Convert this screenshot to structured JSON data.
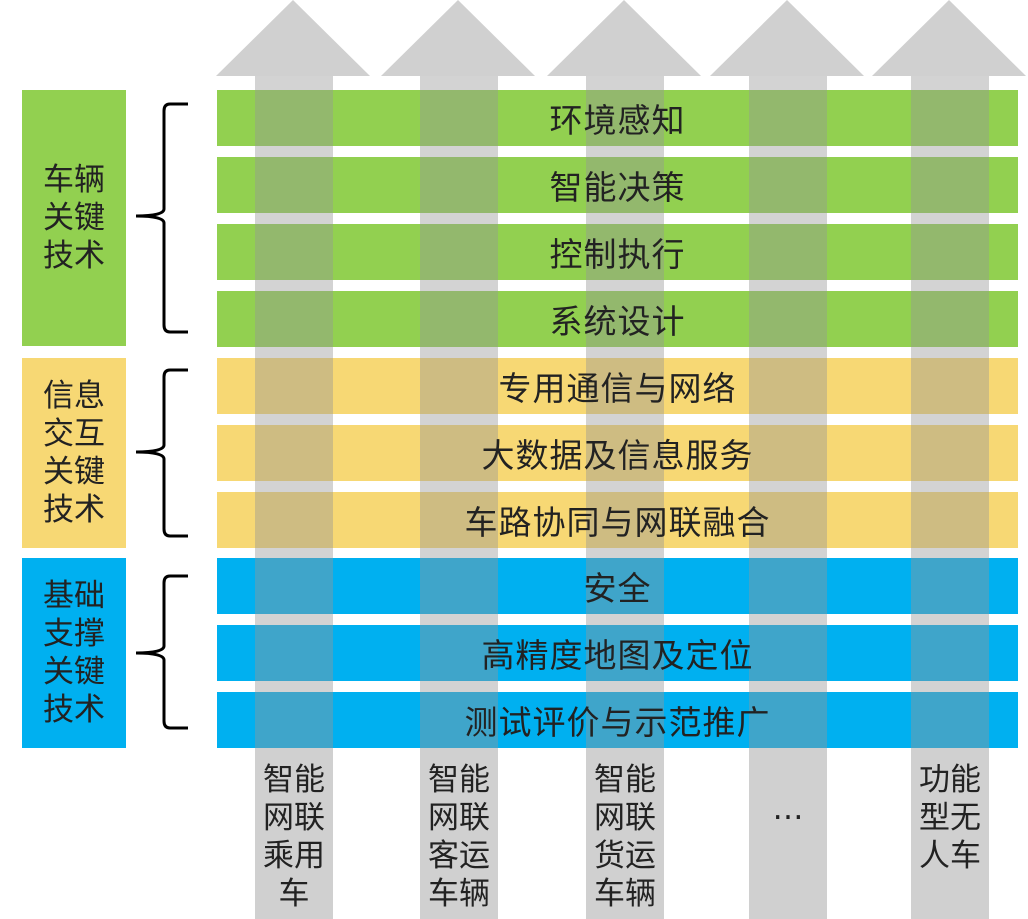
{
  "groups": [
    {
      "label": "车辆\n关键\n技术",
      "color": "#92d050",
      "rows": [
        "环境感知",
        "智能决策",
        "控制执行",
        "系统设计"
      ]
    },
    {
      "label": "信息\n交互\n关键\n技术",
      "color": "#f7d874",
      "rows": [
        "专用通信与网络",
        "大数据及信息服务",
        "车路协同与网联融合"
      ]
    },
    {
      "label": "基础\n支撑\n关键\n技术",
      "color": "#00b0f0",
      "rows": [
        "安全",
        "高精度地图及定位",
        "测试评价与示范推广"
      ]
    }
  ],
  "columns": [
    "智能\n网联\n乘用\n车",
    "智能\n网联\n客运\n车辆",
    "智能\n网联\n货运\n车辆",
    "…",
    "功能\n型无\n人车"
  ],
  "colors": {
    "arrow": "#c8c8c8",
    "text": "#222222"
  }
}
